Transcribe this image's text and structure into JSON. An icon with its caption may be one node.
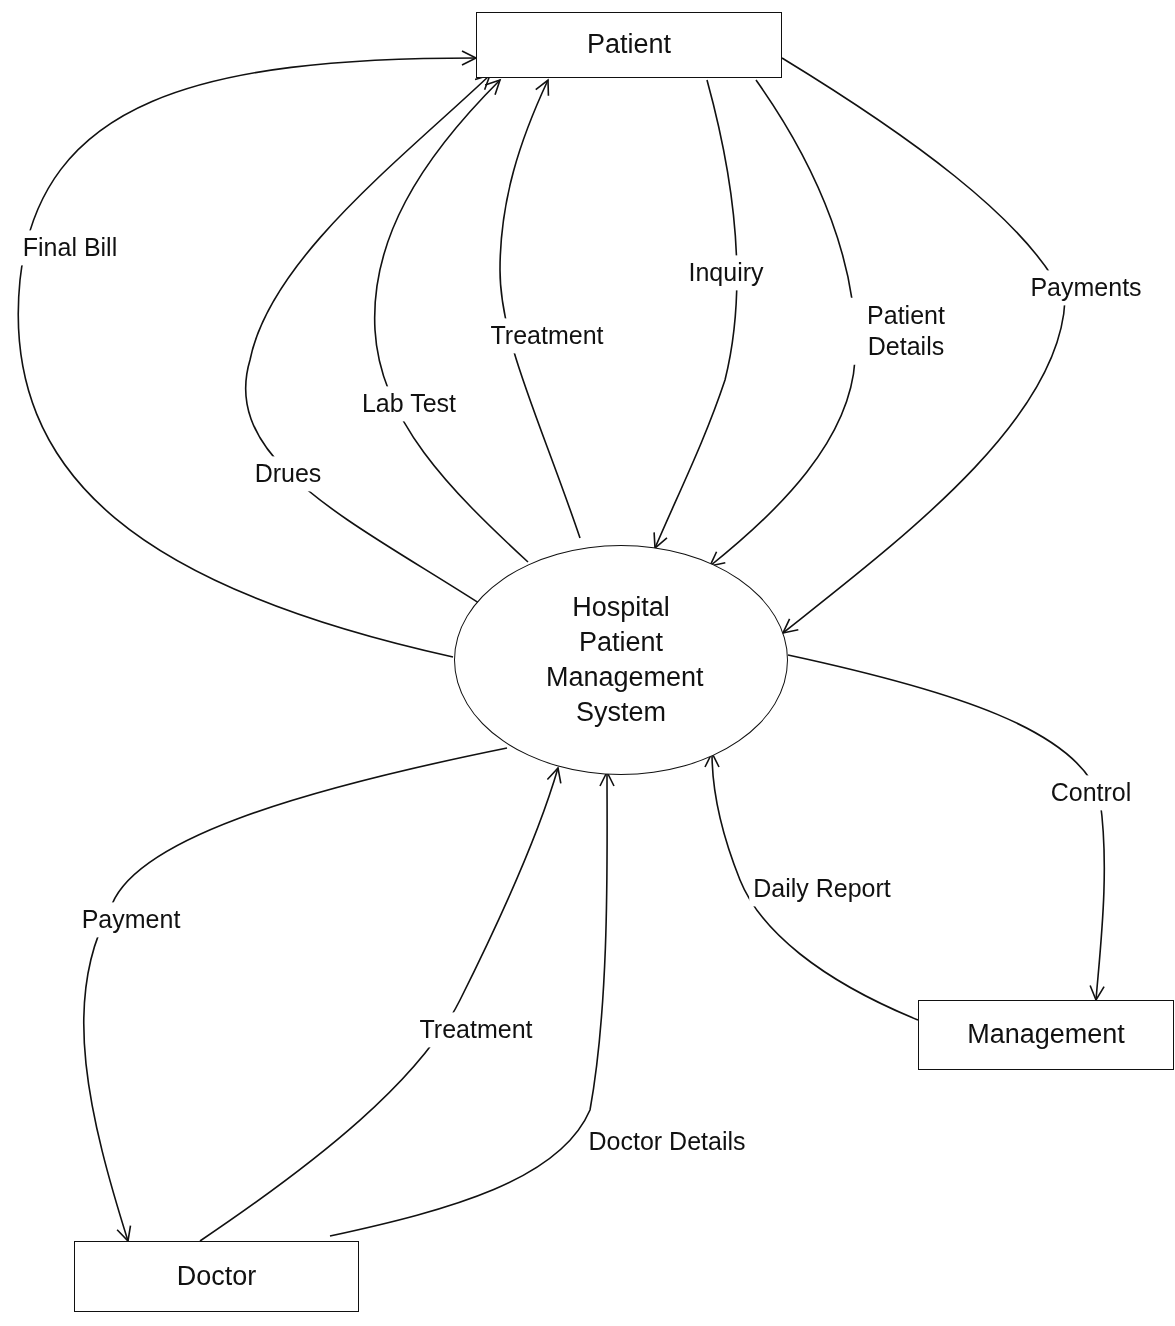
{
  "diagram": {
    "nodes": [
      {
        "text": [
          "Patient"
        ]
      },
      {
        "text": [
          "Hospital Patient Management System"
        ]
      },
      {
        "text": [
          "Management"
        ]
      },
      {
        "text": [
          "Doctor"
        ]
      }
    ],
    "edges": [
      {
        "from": 1,
        "to": 0,
        "arrow": "to",
        "label": "Final Bill"
      },
      {
        "from": 1,
        "to": 0,
        "arrow": "to",
        "label": "Drues"
      },
      {
        "from": 1,
        "to": 0,
        "arrow": "to",
        "label": "Lab Test"
      },
      {
        "from": 1,
        "to": 0,
        "arrow": "to",
        "label": "Treatment"
      },
      {
        "from": 0,
        "to": 1,
        "arrow": "to",
        "label": "Inquiry"
      },
      {
        "from": 0,
        "to": 1,
        "arrow": "to",
        "label": "Patient Details"
      },
      {
        "from": 0,
        "to": 1,
        "arrow": "to",
        "label": "Payments"
      },
      {
        "from": 1,
        "to": 2,
        "arrow": "to",
        "label": "Control"
      },
      {
        "from": 2,
        "to": 1,
        "arrow": "to",
        "label": "Daily Report"
      },
      {
        "from": 1,
        "to": 3,
        "arrow": "to",
        "label": "Payment"
      },
      {
        "from": 3,
        "to": 1,
        "arrow": "to",
        "label": "Treatment"
      },
      {
        "from": 3,
        "to": 1,
        "arrow": "to",
        "label": "Doctor Details"
      }
    ]
  }
}
